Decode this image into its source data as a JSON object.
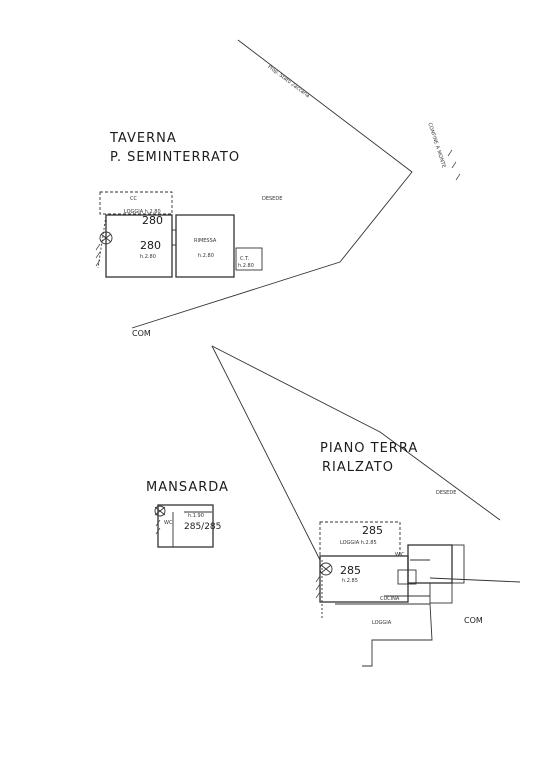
{
  "labels": {
    "taverna": "TAVERNA",
    "seminterrato": "P. SEMINTERRATO",
    "mansarda": "MANSARDA",
    "piano_terra": "PIANO TERRA",
    "rialzato": "RIALZATO",
    "loggia_basement": "LOGGIA h.2.80",
    "loggia_basement_num": "280",
    "room_280": "280",
    "room_280_h": "h.2.80",
    "rimessa": "RIMESSA",
    "rimessa_h": "h.2.80",
    "ct": "C.T.",
    "ct_h": "h.2.80",
    "cc": "CC",
    "wc_mansarda": "WC",
    "mansarda_h": "h.1.90",
    "mansarda_num": "285/285",
    "loggia_top": "LOGGIA h.2.85",
    "loggia_top_num": "285",
    "room_285": "285",
    "room_285_h": "h.2.85",
    "wc_ground": "W.C.",
    "cucina": "CUCINA",
    "loggia_bottom": "LOGGIA",
    "desede_top": "DESEDE",
    "desede_bottom": "DESEDE",
    "com_top": "COM",
    "com_bottom": "COM",
    "road_label": "Prop. Stato Zaccaria",
    "side_label": "CONFINE A MONTE"
  }
}
